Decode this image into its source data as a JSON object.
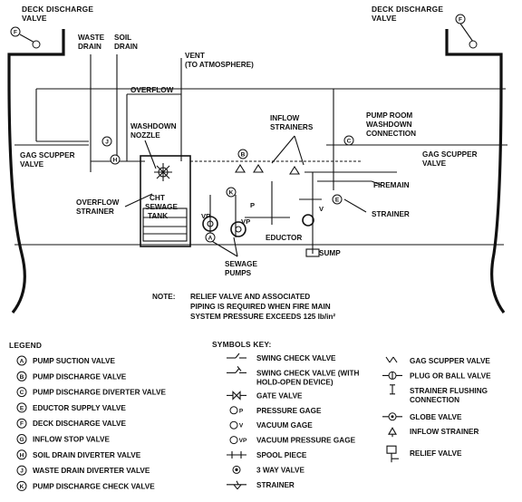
{
  "diagram": {
    "labels": {
      "deck_discharge_left": [
        "DECK DISCHARGE",
        "VALVE"
      ],
      "deck_discharge_right": [
        "DECK DISCHARGE",
        "VALVE"
      ],
      "waste_drain": [
        "WASTE",
        "DRAIN"
      ],
      "soil_drain": [
        "SOIL",
        "DRAIN"
      ],
      "vent": [
        "VENT",
        "(TO ATMOSPHERE)"
      ],
      "overflow": "OVERFLOW",
      "washdown_nozzle": [
        "WASHDOWN",
        "NOZZLE"
      ],
      "inflow_strainers": [
        "INFLOW",
        "STRAINERS"
      ],
      "pump_room_washdown": [
        "PUMP ROOM",
        "WASHDOWN",
        "CONNECTION"
      ],
      "gag_scupper_left": [
        "GAG SCUPPER",
        "VALVE"
      ],
      "gag_scupper_right": [
        "GAG SCUPPER",
        "VALVE"
      ],
      "cht_tank": [
        "CHT",
        "SEWAGE",
        "TANK"
      ],
      "overflow_strainer": [
        "OVERFLOW",
        "STRAINER"
      ],
      "firemain": "FIREMAIN",
      "strainer": "STRAINER",
      "eductor": "EDUCTOR",
      "sump": "SUMP",
      "sewage_pumps": [
        "SEWAGE",
        "PUMPS"
      ]
    },
    "markers": {
      "f_left": "F",
      "f_right": "F",
      "j": "J",
      "h": "H",
      "b": "B",
      "c": "C",
      "e": "E",
      "a": "A",
      "k": "K",
      "p": "P",
      "v": "V",
      "vp": "VP"
    },
    "note": {
      "label": "NOTE:",
      "lines": [
        "RELIEF VALVE AND ASSOCIATED",
        "PIPING IS REQUIRED WHEN FIRE MAIN",
        "SYSTEM PRESSURE EXCEEDS 125 lb/in²"
      ]
    }
  },
  "legend": {
    "title": "LEGEND",
    "items": [
      {
        "key": "A",
        "label": "PUMP SUCTION VALVE"
      },
      {
        "key": "B",
        "label": "PUMP DISCHARGE VALVE"
      },
      {
        "key": "C",
        "label": "PUMP DISCHARGE DIVERTER VALVE"
      },
      {
        "key": "E",
        "label": "EDUCTOR SUPPLY VALVE"
      },
      {
        "key": "F",
        "label": "DECK DISCHARGE VALVE"
      },
      {
        "key": "G",
        "label": "INFLOW STOP VALVE"
      },
      {
        "key": "H",
        "label": "SOIL DRAIN DIVERTER VALVE"
      },
      {
        "key": "J",
        "label": "WASTE DRAIN DIVERTER VALVE"
      },
      {
        "key": "K",
        "label": "PUMP DISCHARGE CHECK VALVE"
      }
    ]
  },
  "symbols": {
    "title": "SYMBOLS KEY:",
    "col1": [
      {
        "label": "SWING CHECK VALVE",
        "icon": "swing-check-valve-icon"
      },
      {
        "label": "SWING CHECK VALVE (WITH",
        "label2": "HOLD-OPEN DEVICE)",
        "icon": "swing-check-hold-open-icon"
      },
      {
        "label": "GATE VALVE",
        "icon": "gate-valve-icon"
      },
      {
        "label": "PRESSURE GAGE",
        "icon": "pressure-gage-icon",
        "glyph": "P"
      },
      {
        "label": "VACUUM GAGE",
        "icon": "vacuum-gage-icon",
        "glyph": "V"
      },
      {
        "label": "VACUUM PRESSURE GAGE",
        "icon": "vacuum-pressure-gage-icon",
        "glyph": "VP"
      },
      {
        "label": "SPOOL PIECE",
        "icon": "spool-piece-icon"
      },
      {
        "label": "3 WAY VALVE",
        "icon": "three-way-valve-icon"
      },
      {
        "label": "STRAINER",
        "icon": "strainer-icon"
      }
    ],
    "col2": [
      {
        "label": "GAG SCUPPER VALVE",
        "icon": "gag-scupper-valve-icon"
      },
      {
        "label": "PLUG OR BALL VALVE",
        "icon": "plug-ball-valve-icon"
      },
      {
        "label": "STRAINER FLUSHING",
        "label2": "CONNECTION",
        "icon": "strainer-flushing-icon"
      },
      {
        "label": "GLOBE VALVE",
        "icon": "globe-valve-icon"
      },
      {
        "label": "INFLOW STRAINER",
        "icon": "inflow-strainer-icon"
      },
      {
        "label": "RELIEF VALVE",
        "icon": "relief-valve-icon"
      }
    ]
  }
}
